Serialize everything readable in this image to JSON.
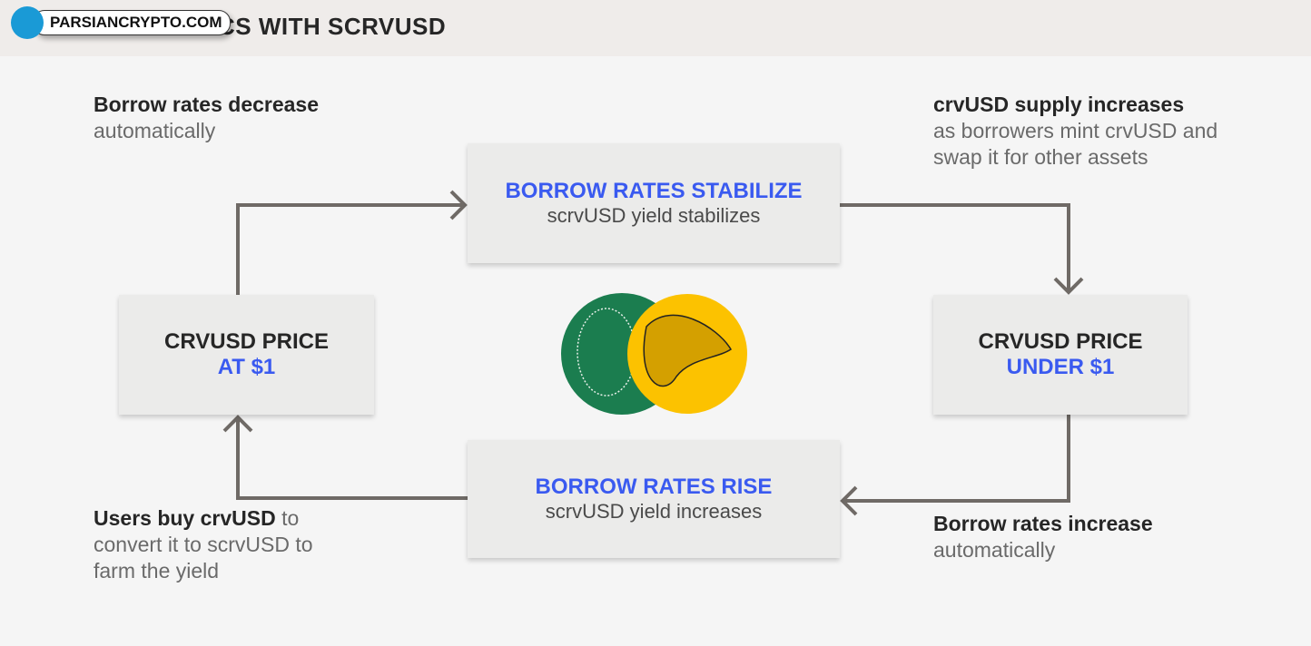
{
  "header": {
    "title": "CS WITH SCRVUSD",
    "logo_text": "PARSIANCRYPTO.COM"
  },
  "boxes": {
    "top": {
      "title": "BORROW RATES STABILIZE",
      "subtitle": "scrvUSD yield stabilizes"
    },
    "left": {
      "line1": "CRVUSD PRICE",
      "line2": "AT $1"
    },
    "right": {
      "line1": "CRVUSD PRICE",
      "line2": "UNDER $1"
    },
    "bottom": {
      "title": "BORROW RATES RISE",
      "subtitle": "scrvUSD yield increases"
    }
  },
  "notes": {
    "top_left": {
      "bold": "Borrow rates decrease",
      "rest": "automatically"
    },
    "top_right": {
      "bold": "crvUSD supply increases",
      "rest": "as borrowers mint crvUSD and swap it for other assets"
    },
    "bottom_right": {
      "bold": "Borrow rates increase",
      "rest": "automatically"
    },
    "bottom_left": {
      "bold": "Users buy crvUSD",
      "rest": " to convert it to scrvUSD to farm the yield"
    }
  },
  "colors": {
    "accent": "#3a5af0",
    "arrow": "#6f6a66",
    "green": "#1b7d4f",
    "yellow": "#fcc200"
  }
}
